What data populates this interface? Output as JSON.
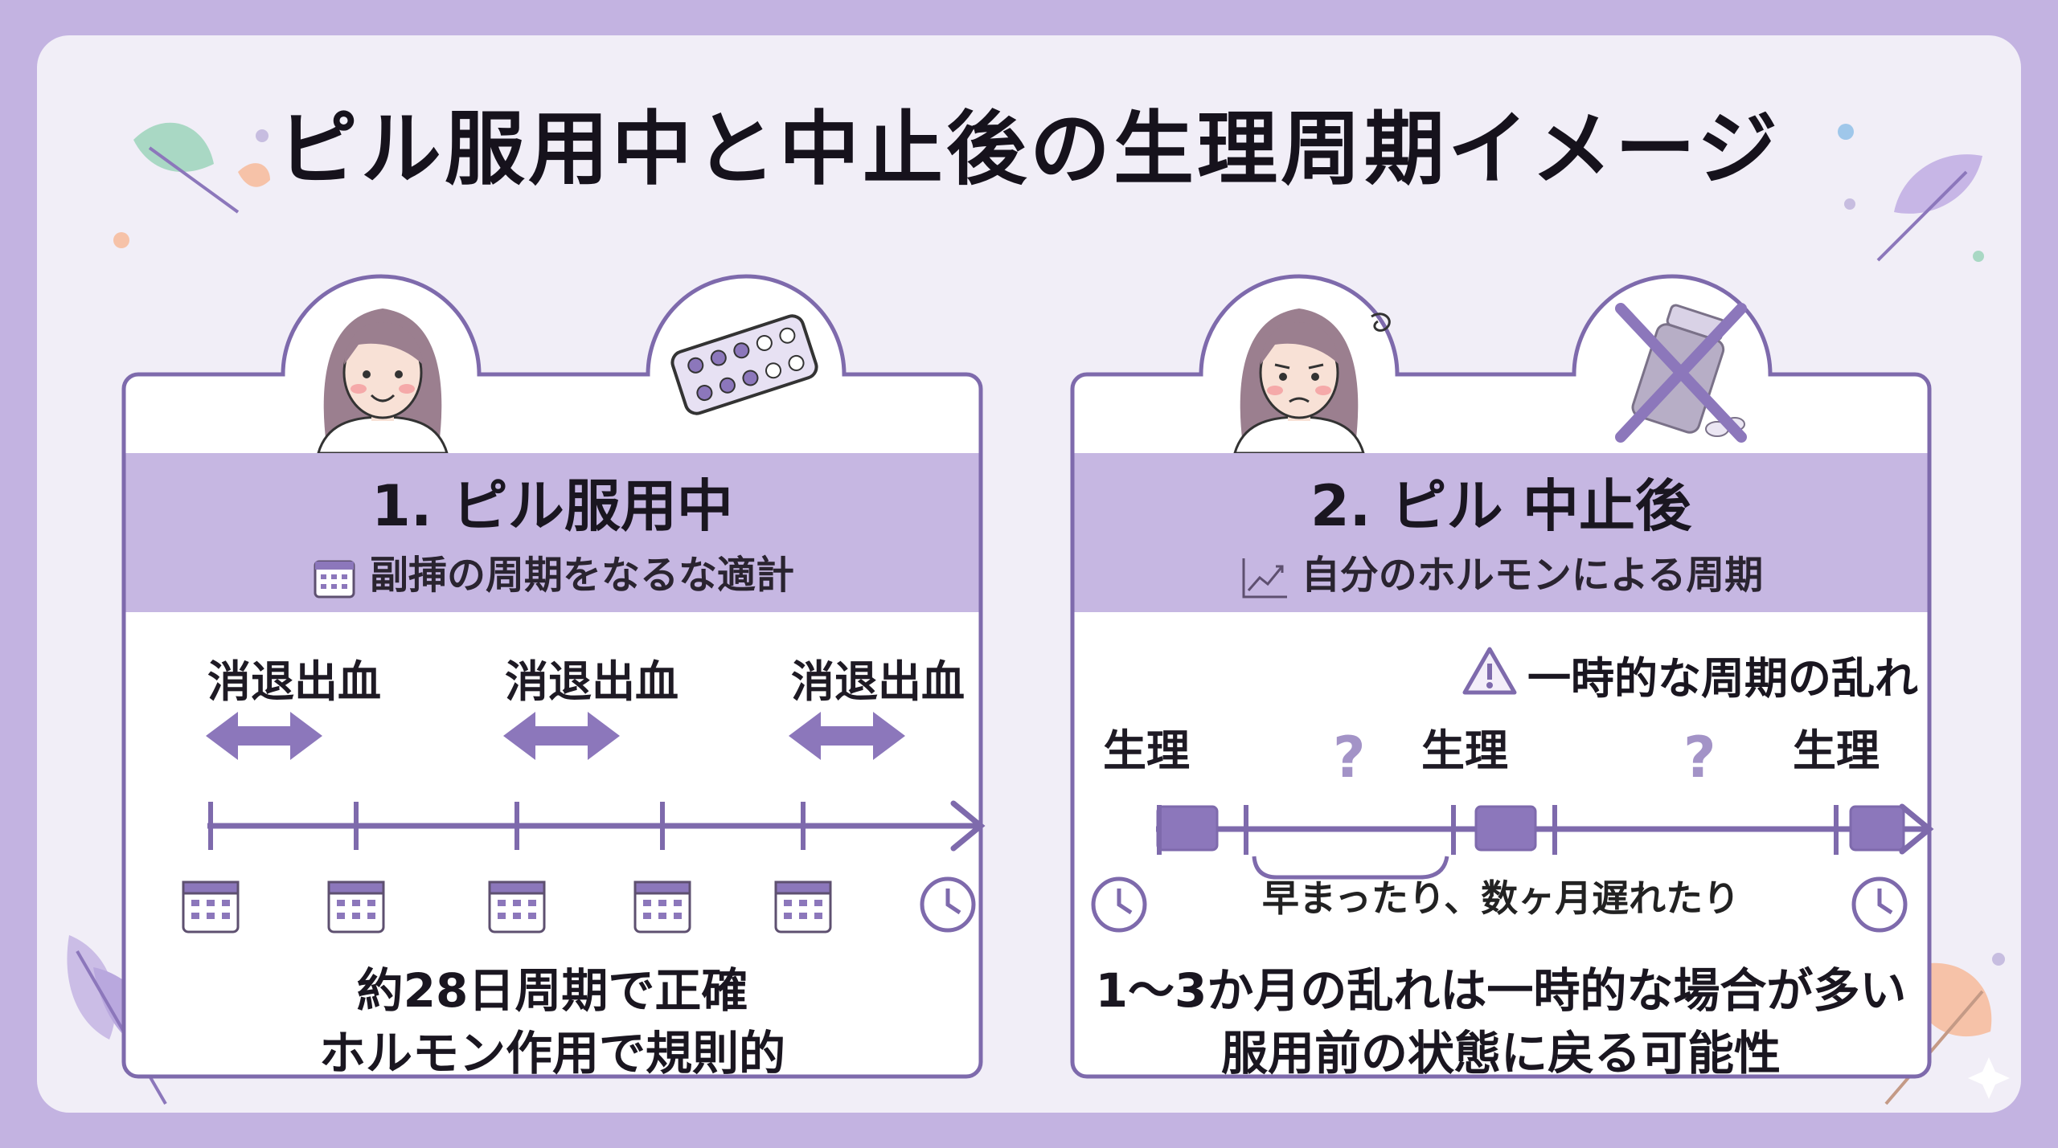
{
  "title": "ピル服用中と中止後の生理周期イメージ",
  "colors": {
    "accent": "#8c77bb",
    "band": "#c6b7e2",
    "background": "#c3b3e1",
    "panel_border": "#7e6aac"
  },
  "panel_on": {
    "heading": "1. ピル服用中",
    "subheading": "副挿の周期をなるな適計",
    "sub_icon": "calendar-icon",
    "bleed_label": "消退出血",
    "bleed_labels": [
      "消退出血",
      "消退出血",
      "消退出血"
    ],
    "summary_lines": [
      "約28日周期で正確",
      "ホルモン作用で規則的"
    ]
  },
  "panel_off": {
    "heading": "2. ピル 中止後",
    "subheading": "自分のホルモンによる周期",
    "sub_icon": "trend-chart-icon",
    "warning": "一時的な周期の乱れ",
    "period_labels": [
      "生理",
      "生理",
      "生理"
    ],
    "question_marks": [
      "?",
      "?"
    ],
    "interval_note": "早まったり、数ヶ月遅れたり",
    "summary_lines": [
      "1〜3か月の乱れは一時的な場合が多い",
      "服用前の状態に戻る可能性"
    ]
  }
}
